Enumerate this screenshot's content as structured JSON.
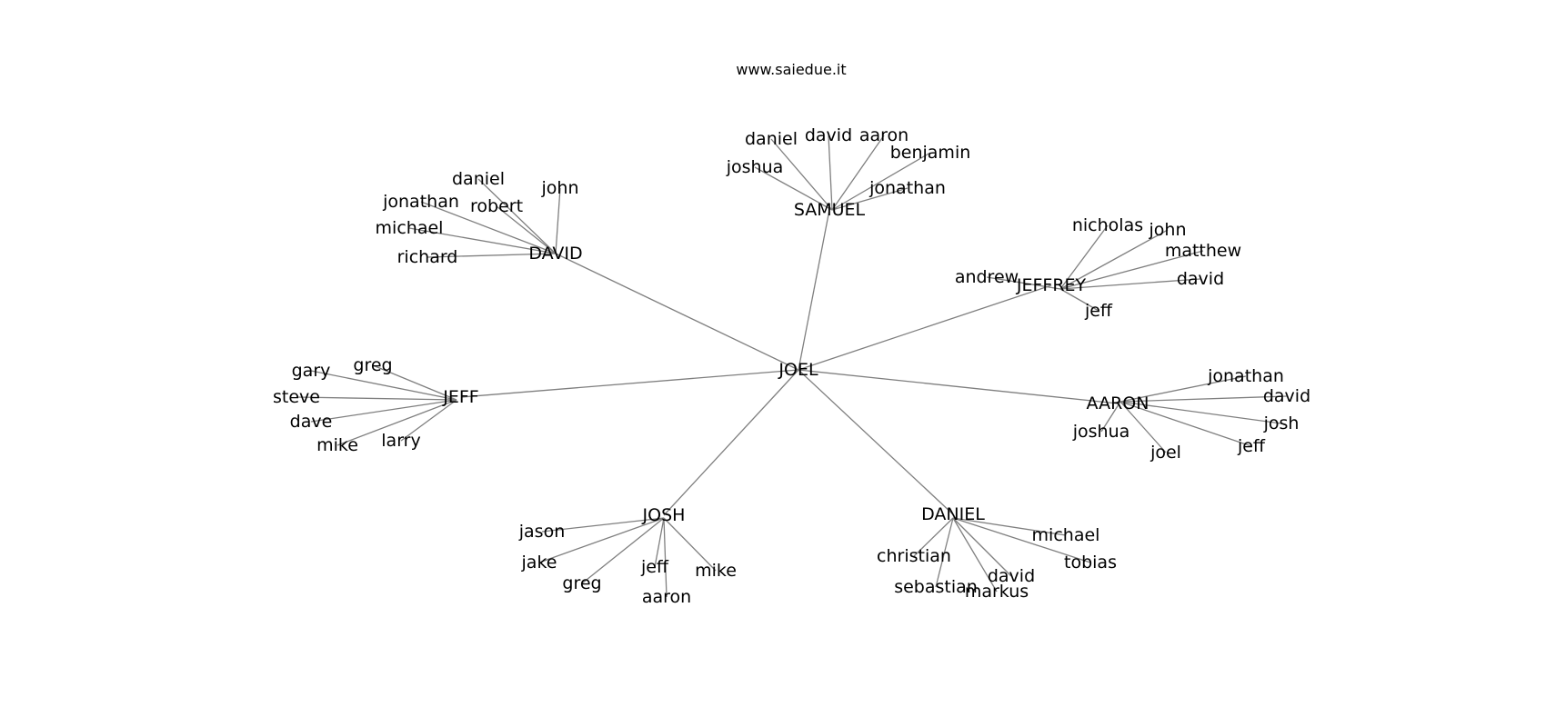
{
  "website": "www.saiedue.it",
  "root": {
    "name": "JOEL",
    "children": [
      {
        "name": "SAMUEL",
        "children": [
          "daniel",
          "david",
          "aaron",
          "benjamin",
          "joshua",
          "jonathan"
        ]
      },
      {
        "name": "JEFFREY",
        "children": [
          "nicholas",
          "john",
          "matthew",
          "andrew",
          "david",
          "jeff"
        ]
      },
      {
        "name": "AARON",
        "children": [
          "jonathan",
          "david",
          "joshua",
          "josh",
          "joel",
          "jeff"
        ]
      },
      {
        "name": "DANIEL",
        "children": [
          "michael",
          "christian",
          "tobias",
          "david",
          "sebastian",
          "markus"
        ]
      },
      {
        "name": "JOSH",
        "children": [
          "jason",
          "jake",
          "greg",
          "jeff",
          "mike",
          "aaron"
        ]
      },
      {
        "name": "JEFF",
        "children": [
          "greg",
          "gary",
          "steve",
          "dave",
          "mike",
          "larry"
        ]
      },
      {
        "name": "DAVID",
        "children": [
          "daniel",
          "john",
          "jonathan",
          "robert",
          "michael",
          "richard"
        ]
      }
    ]
  }
}
